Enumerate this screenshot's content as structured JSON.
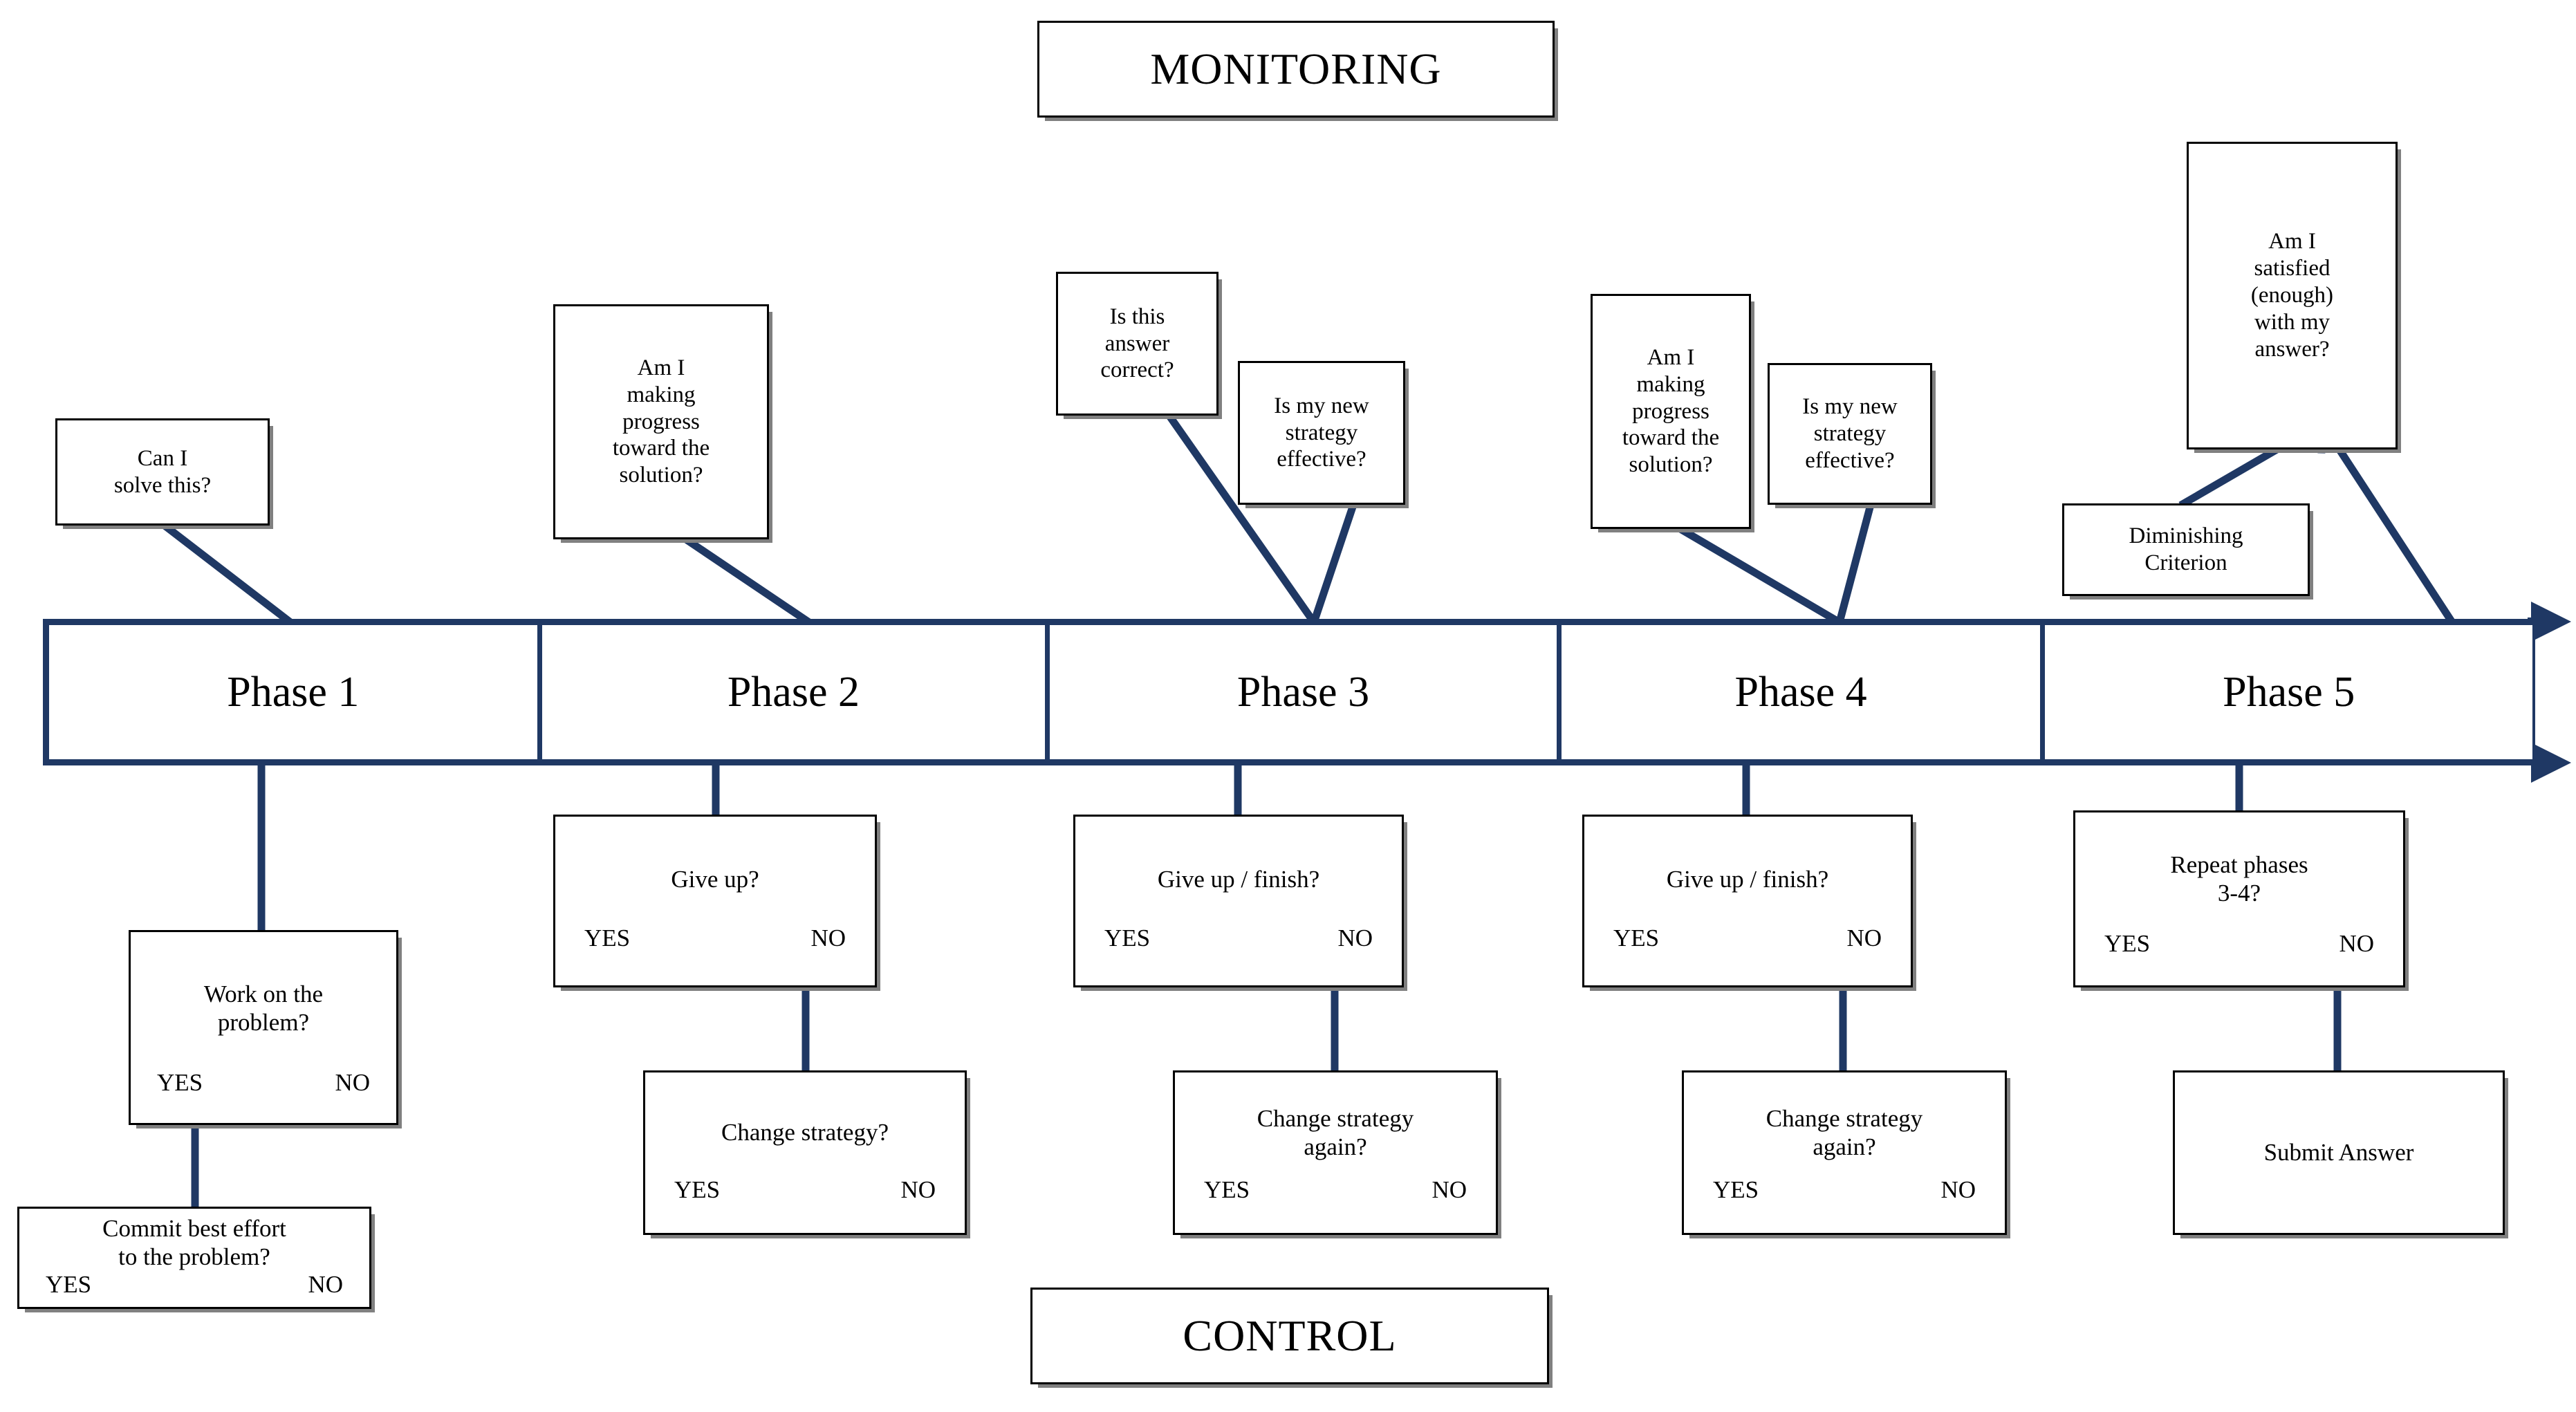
{
  "banners": {
    "top": "MONITORING",
    "bottom": "CONTROL"
  },
  "timeline": {
    "phases": [
      {
        "label": "Phase 1"
      },
      {
        "label": "Phase 2"
      },
      {
        "label": "Phase 3"
      },
      {
        "label": "Phase 4"
      },
      {
        "label": "Phase 5"
      }
    ]
  },
  "monitoring_nodes": [
    {
      "id": "can-i-solve-this",
      "text": "Can I\nsolve this?"
    },
    {
      "id": "progress-phase-2",
      "text": "Am I\nmaking\nprogress\ntoward the\nsolution?"
    },
    {
      "id": "is-answer-correct",
      "text": "Is this\nanswer\ncorrect?"
    },
    {
      "id": "new-strategy-effective-3",
      "text": "Is my new\nstrategy\neffective?"
    },
    {
      "id": "progress-phase-4",
      "text": "Am I\nmaking\nprogress\ntoward the\nsolution?"
    },
    {
      "id": "new-strategy-effective-4",
      "text": "Is my new\nstrategy\neffective?"
    },
    {
      "id": "am-i-satisfied",
      "text": "Am I\nsatisfied\n(enough)\nwith my\nanswer?"
    },
    {
      "id": "diminishing-criterion",
      "text": "Diminishing\nCriterion"
    }
  ],
  "control_nodes": [
    {
      "id": "work-on-the-problem",
      "text": "Work on the\nproblem?",
      "yes": "YES",
      "no": "NO"
    },
    {
      "id": "commit-best-effort",
      "text": "Commit best effort\nto the problem?",
      "yes": "YES",
      "no": "NO"
    },
    {
      "id": "give-up-2",
      "text": "Give up?",
      "yes": "YES",
      "no": "NO"
    },
    {
      "id": "change-strategy-2",
      "text": "Change strategy?",
      "yes": "YES",
      "no": "NO"
    },
    {
      "id": "give-up-finish-3",
      "text": "Give up / finish?",
      "yes": "YES",
      "no": "NO"
    },
    {
      "id": "change-strategy-again-3",
      "text": "Change strategy\nagain?",
      "yes": "YES",
      "no": "NO"
    },
    {
      "id": "give-up-finish-4",
      "text": "Give up / finish?",
      "yes": "YES",
      "no": "NO"
    },
    {
      "id": "change-strategy-again-4",
      "text": "Change strategy\nagain?",
      "yes": "YES",
      "no": "NO"
    },
    {
      "id": "repeat-phases",
      "text": "Repeat phases\n3-4?",
      "yes": "YES",
      "no": "NO"
    },
    {
      "id": "submit-answer",
      "text": "Submit Answer",
      "yes": "",
      "no": ""
    }
  ],
  "colors": {
    "connector": "#1F3864",
    "box_border": "#000000",
    "box_shadow": "#808080",
    "background": "#FFFFFF"
  }
}
